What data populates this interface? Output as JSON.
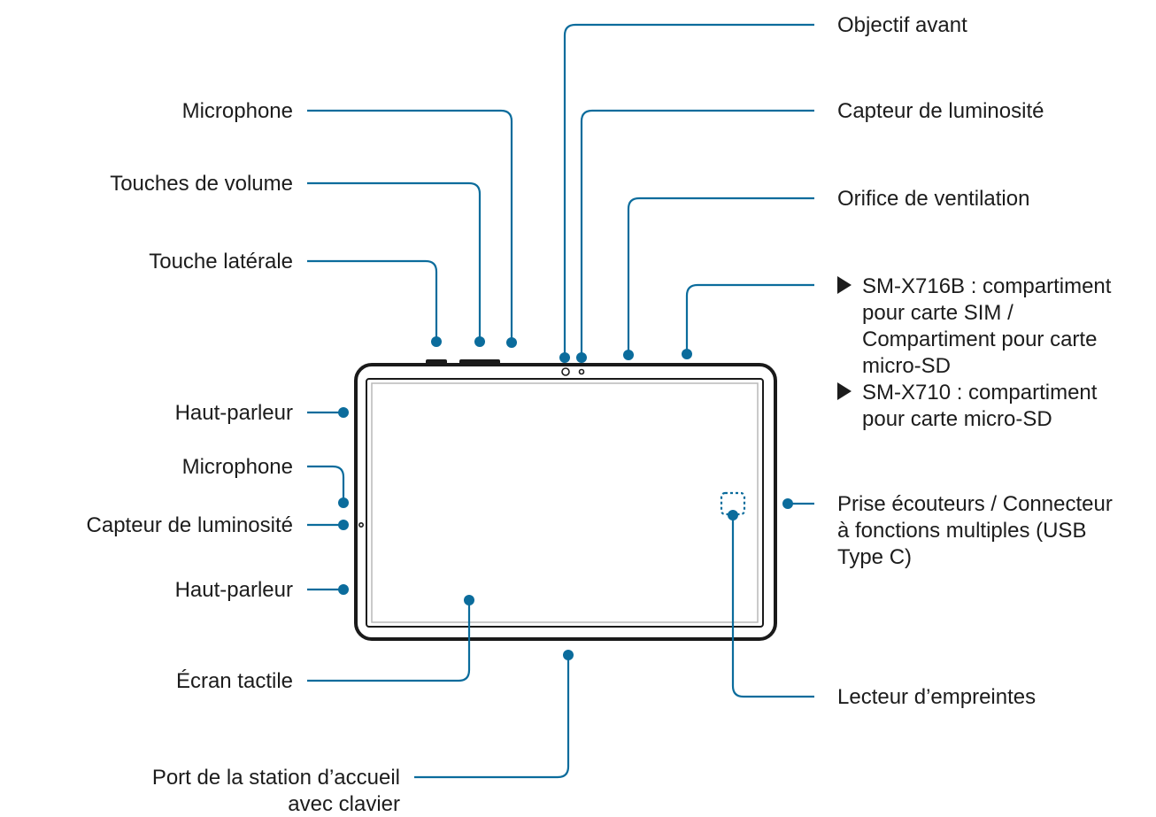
{
  "labels": {
    "front_lens": "Objectif avant",
    "microphone_top": "Microphone",
    "light_sensor_top": "Capteur de luminosité",
    "volume_keys": "Touches de volume",
    "vent": "Orifice de ventilation",
    "side_key": "Touche latérale",
    "tray_1_line1": "SM-X716B : compartiment",
    "tray_1_line2": "pour carte SIM /",
    "tray_1_line3": "Compartiment pour carte",
    "tray_1_line4": "micro-SD",
    "tray_2_line1": "SM-X710 : compartiment",
    "tray_2_line2": "pour carte micro-SD",
    "speaker_top": "Haut-parleur",
    "microphone_side": "Microphone",
    "light_sensor_side": "Capteur de luminosité",
    "jack_line1": "Prise écouteurs / Connecteur",
    "jack_line2": "à fonctions multiples (USB",
    "jack_line3": "Type C)",
    "speaker_bottom": "Haut-parleur",
    "touchscreen": "Écran tactile",
    "fingerprint": "Lecteur d’empreintes",
    "dock_line1": "Port de la station d’accueil",
    "dock_line2": "avec clavier"
  },
  "colors": {
    "accent": "#0b6c9c",
    "outline": "#1a1a1a"
  },
  "icons": [
    "bullet-triangle-icon"
  ]
}
